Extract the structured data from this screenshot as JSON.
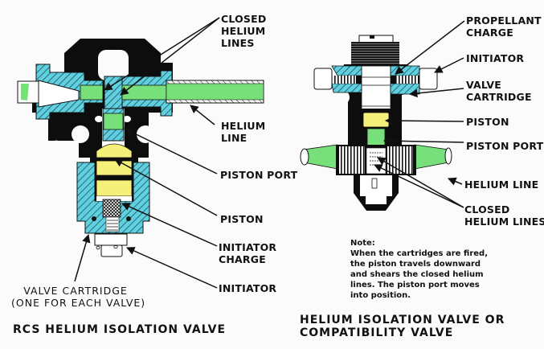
{
  "colors": {
    "hatch_blue": "#5fd0e0",
    "helium_green": "#77e07a",
    "piston_yellow": "#f5f07a",
    "body_black": "#0d0d0d",
    "paper": "#fbfbfb"
  },
  "left_diagram": {
    "title": "RCS HELIUM ISOLATION VALVE",
    "labels": {
      "closed_helium_lines": [
        "CLOSED",
        "HELIUM",
        "LINES"
      ],
      "helium_line": [
        "HELIUM",
        "LINE"
      ],
      "piston_port": "PISTON PORT",
      "piston": "PISTON",
      "initiator_charge": [
        "INITIATOR",
        "CHARGE"
      ],
      "initiator": "INITIATOR",
      "valve_cartridge": [
        "VALVE CARTRIDGE",
        "(ONE FOR EACH VALVE)"
      ]
    }
  },
  "right_diagram": {
    "title": [
      "HELIUM ISOLATION VALVE OR",
      "COMPATIBILITY VALVE"
    ],
    "labels": {
      "propellant_charge": [
        "PROPELLANT",
        "CHARGE"
      ],
      "initiator": "INITIATOR",
      "valve_cartridge": [
        "VALVE",
        "CARTRIDGE"
      ],
      "piston": "PISTON",
      "piston_port": "PISTON PORT",
      "helium_line": "HELIUM LINE",
      "closed_helium_lines": [
        "CLOSED",
        "HELIUM LINES"
      ]
    },
    "note": {
      "heading": "Note:",
      "lines": [
        "When the cartridges are fired,",
        "the piston travels downward",
        "and shears the closed helium",
        "lines. The piston port moves",
        "into position."
      ]
    }
  }
}
